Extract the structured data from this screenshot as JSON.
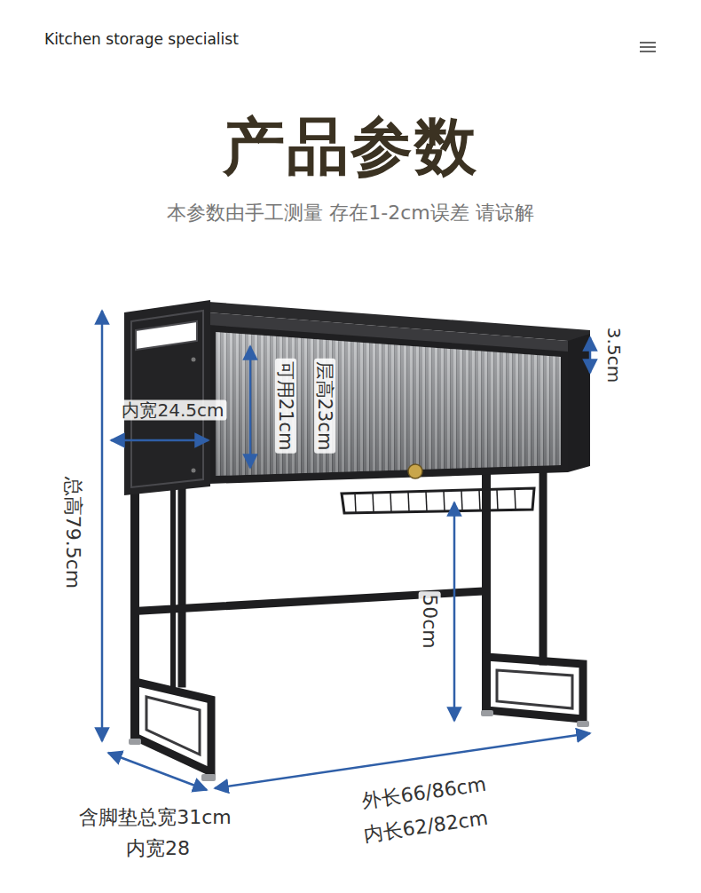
{
  "diagram": {
    "title": "产品参数",
    "labels": [
      "Kitchen storage specialist",
      "本参数由手工测量 存在1-2cm误差 请谅解",
      "3.5cm",
      "内宽24.5cm",
      "可用21cm",
      "层高23cm",
      "总高79.5cm",
      "50cm",
      "含脚垫总宽31cm",
      "内宽28",
      "外长66/86cm",
      "内长62/82cm"
    ]
  }
}
